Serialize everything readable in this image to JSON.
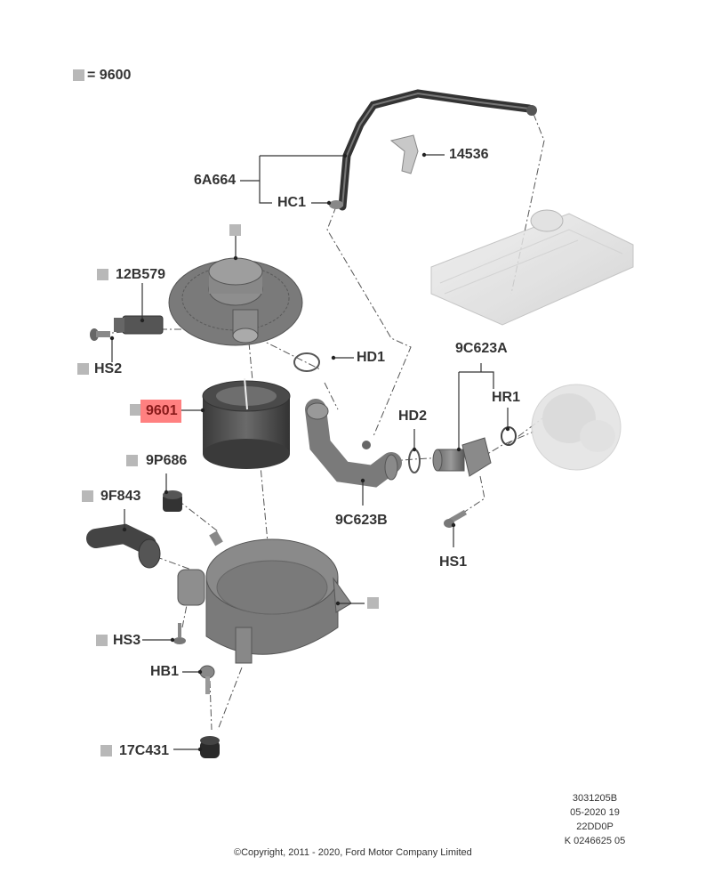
{
  "legend": {
    "symbol": "gray-square",
    "text": "= 9600"
  },
  "callouts": {
    "c6A664": "6A664",
    "cHC1": "HC1",
    "c14536": "14536",
    "c12B579": "12B579",
    "cHS2": "HS2",
    "c9601": "9601",
    "cHD1": "HD1",
    "c9C623A": "9C623A",
    "cHR1": "HR1",
    "cHD2": "HD2",
    "c9C623B": "9C623B",
    "cHS1": "HS1",
    "c9P686": "9P686",
    "c9F843": "9F843",
    "cHS3": "HS3",
    "cHB1": "HB1",
    "c17C431": "17C431"
  },
  "highlighted_part": "9601",
  "colors": {
    "highlight": "#ff8080",
    "marker": "#b8b8b8",
    "text": "#333333"
  },
  "drawing_codes": [
    "3031205B",
    "05-2020 19",
    "22DD0P",
    "K 0246625 05"
  ],
  "copyright": "©Copyright, 2011 - 2020, Ford Motor Company Limited"
}
